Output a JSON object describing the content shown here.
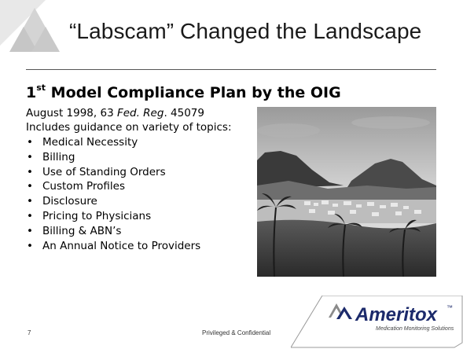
{
  "slide": {
    "title": "“Labscam” Changed the Landscape",
    "heading_prefix": "1",
    "heading_sup": "st",
    "heading_rest": " Model Compliance Plan by the OIG",
    "citation_prefix": "August 1998, 63 ",
    "citation_italic1": "Fed. Reg",
    "citation_suffix": ". 45079",
    "intro": "Includes guidance on variety of topics:",
    "bullet_char": "•",
    "bullets": [
      "Medical Necessity",
      "Billing",
      "Use of Standing Orders",
      "Custom Profiles",
      "Disclosure",
      "Pricing to Physicians",
      "Billing & ABN’s",
      "An Annual Notice to Providers"
    ]
  },
  "footer": {
    "page_number": "7",
    "confidential": "Privileged & Confidential"
  },
  "brand": {
    "name": "Ameritox",
    "trademark": "™",
    "tagline": "Medication Monitoring Solutions",
    "accent": "#1c2a6b"
  },
  "icons": {
    "corner_logo": "triangle-logo-icon",
    "brand_logo": "ameritox-logo-icon"
  }
}
